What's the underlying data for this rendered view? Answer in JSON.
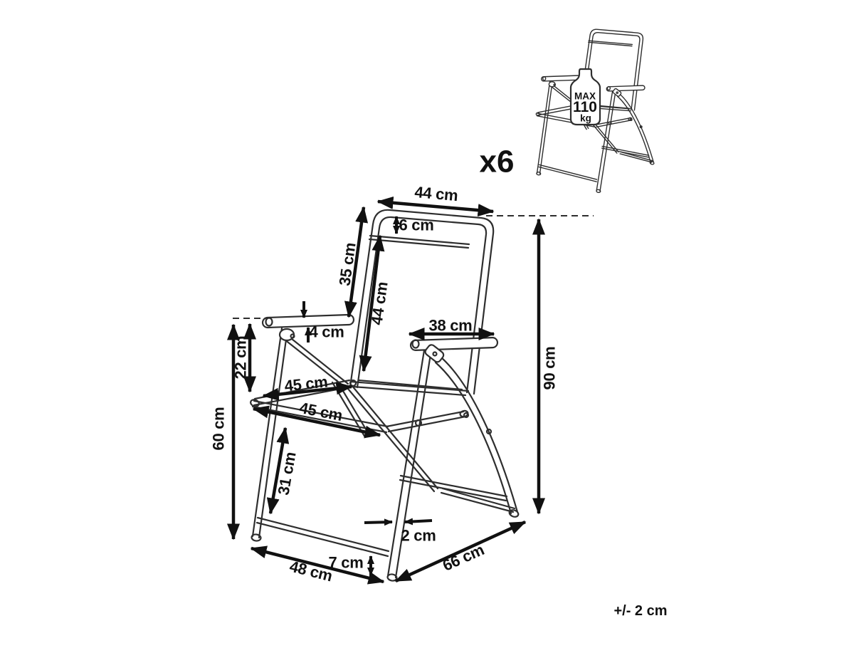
{
  "figure": {
    "quantity_label": "x6",
    "tolerance_note": "+/- 2 cm"
  },
  "weight_limit": {
    "prefix": "MAX",
    "value": "110",
    "unit": "kg"
  },
  "dimensions": {
    "backrest_top_width": "44 cm",
    "headrest_depth": "6 cm",
    "backrest_upper_section": "35 cm",
    "backrest_fabric_length": "44 cm",
    "armrest_inner_width": "38 cm",
    "armrest_tube_height": "4 cm",
    "armrest_to_seat": "22 cm",
    "armrest_height": "60 cm",
    "seat_depth": "45 cm",
    "seat_width": "45 cm",
    "front_leg_section": "31 cm",
    "overall_height": "90 cm",
    "tube_diameter": "2 cm",
    "crossbar_clearance": "7 cm",
    "base_front_width": "48 cm",
    "base_side_depth": "66 cm"
  },
  "colors": {
    "background": "#ffffff",
    "line_art": "#2e2e2e",
    "dimension_ink": "#111111"
  }
}
